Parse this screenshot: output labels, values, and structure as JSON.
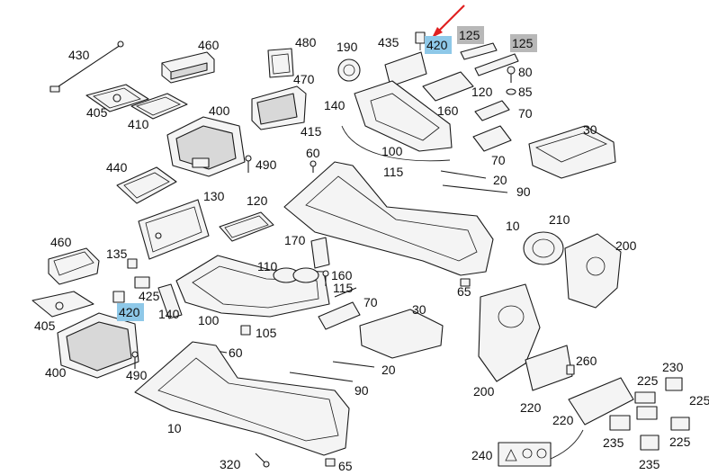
{
  "diagram": {
    "highlight_color": "#8ec8e8",
    "highlight_gray": "#b8b8b8",
    "arrow_color": "#e02020",
    "labels": {
      "l430": "430",
      "l460a": "460",
      "l480": "480",
      "l190": "190",
      "l435": "435",
      "l420a": "420",
      "l125a": "125",
      "l125b": "125",
      "l80": "80",
      "l85": "85",
      "l120a": "120",
      "l405a": "405",
      "l410": "410",
      "l400a": "400",
      "l470": "470",
      "l140a": "140",
      "l160a": "160",
      "l70a": "70",
      "l30a": "30",
      "l415": "415",
      "l60a": "60",
      "l100a": "100",
      "l70b": "70",
      "l440": "440",
      "l490a": "490",
      "l115a": "115",
      "l20a": "20",
      "l90a": "90",
      "l130": "130",
      "l120b": "120",
      "l10a": "10",
      "l210": "210",
      "l200a": "200",
      "l460b": "460",
      "l170": "170",
      "l135": "135",
      "l110": "110",
      "l160b": "160",
      "l65a": "65",
      "l115b": "115",
      "l425": "425",
      "l70c": "70",
      "l420b": "420",
      "l140b": "140",
      "l100b": "100",
      "l30b": "30",
      "l405b": "405",
      "l105": "105",
      "l60b": "60",
      "l400b": "400",
      "l490b": "490",
      "l20b": "20",
      "l260": "260",
      "l230": "230",
      "l90b": "90",
      "l225a": "225",
      "l200b": "200",
      "l220a": "220",
      "l220b": "220",
      "l225b": "225",
      "l10b": "10",
      "l235a": "235",
      "l225c": "225",
      "l240": "240",
      "l235b": "235",
      "l320": "320",
      "l65b": "65"
    }
  }
}
